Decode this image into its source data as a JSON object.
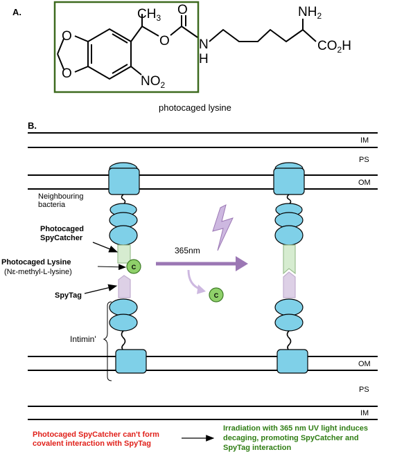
{
  "panel_a": {
    "label": "A.",
    "caption": "photocaged lysine",
    "atoms": {
      "methyl": "CH",
      "methyl_sub": "3",
      "carbonyl_o": "O",
      "ester_o": "O",
      "ring_o_top": "O",
      "ring_o_bottom": "O",
      "nitro": "NO",
      "nitro_sub": "2",
      "amine_n": "N",
      "amine_h": "H",
      "amino": "NH",
      "amino_sub": "2",
      "carboxyl": "CO",
      "carboxyl_sub": "2",
      "carboxyl_h": "H"
    },
    "box_color": "#3d6a1e"
  },
  "panel_b": {
    "label": "B.",
    "membranes": {
      "im": "IM",
      "ps_top": "PS",
      "om_top": "OM",
      "om_bottom": "OM",
      "ps_bottom": "PS",
      "im_bottom": "IM"
    },
    "neighbouring": [
      "Neighbouring",
      "bacteria"
    ],
    "photocaged_spycatcher": [
      "Photocaged",
      "SpyCatcher"
    ],
    "photocaged_lysine": "Photocaged Lysine",
    "lysine_note": "(Nε-methyl-L-lysine)",
    "spytag": "SpyTag",
    "intimin": "Intimin'",
    "wavelength": "365nm",
    "cage_letter": "C",
    "note_red": [
      "Photocaged SpyCatcher can't form",
      "covalent interaction with SpyTag"
    ],
    "note_green": [
      "Irradiation with 365 nm UV light induces",
      "decaging, promoting SpyCatcher and",
      "SpyTag interaction"
    ],
    "colors": {
      "domain": "#7fd0e8",
      "spycatcher": "#d6ecd0",
      "spytag": "#ddd0e6",
      "cage": "#8fd06a",
      "arrow": "#9b77b4",
      "bolt": "#cdb8e0",
      "red_text": "#e0201a",
      "green_text": "#2f7d14"
    }
  }
}
